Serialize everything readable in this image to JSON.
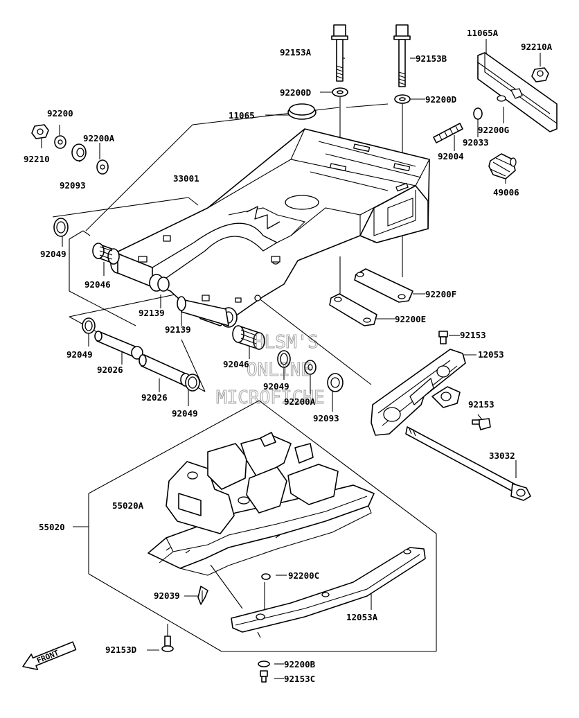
{
  "watermark": [
    "HLSM'S",
    "ONLINE",
    "MICROFICHE"
  ],
  "front_arrow": "FRONT",
  "parts": {
    "p11065A": "11065A",
    "p92210A": "92210A",
    "p92153A": "92153A",
    "p92153B": "92153B",
    "p92200D_l": "92200D",
    "p92200D_r": "92200D",
    "p11065": "11065",
    "p92200G": "92200G",
    "p92033": "92033",
    "p92004": "92004",
    "p49006": "49006",
    "p92200": "92200",
    "p92200A_t": "92200A",
    "p92210": "92210",
    "p92093_t": "92093",
    "p33001": "33001",
    "p92049_a": "92049",
    "p92046_a": "92046",
    "p92139_a": "92139",
    "p92139_b": "92139",
    "p92200F": "92200F",
    "p92200E": "92200E",
    "p92153_a": "92153",
    "p12053": "12053",
    "p92049_b": "92049",
    "p92026_a": "92026",
    "p92046_b": "92046",
    "p92049_c": "92049",
    "p92200A_b": "92200A",
    "p92093_b": "92093",
    "p92026_b": "92026",
    "p92049_d": "92049",
    "p92153_b": "92153",
    "p33032": "33032",
    "p55020A": "55020A",
    "p55020": "55020",
    "p92200C": "92200C",
    "p92039": "92039",
    "p12053A": "12053A",
    "p92153D": "92153D",
    "p92200B": "92200B",
    "p92153C": "92153C"
  }
}
